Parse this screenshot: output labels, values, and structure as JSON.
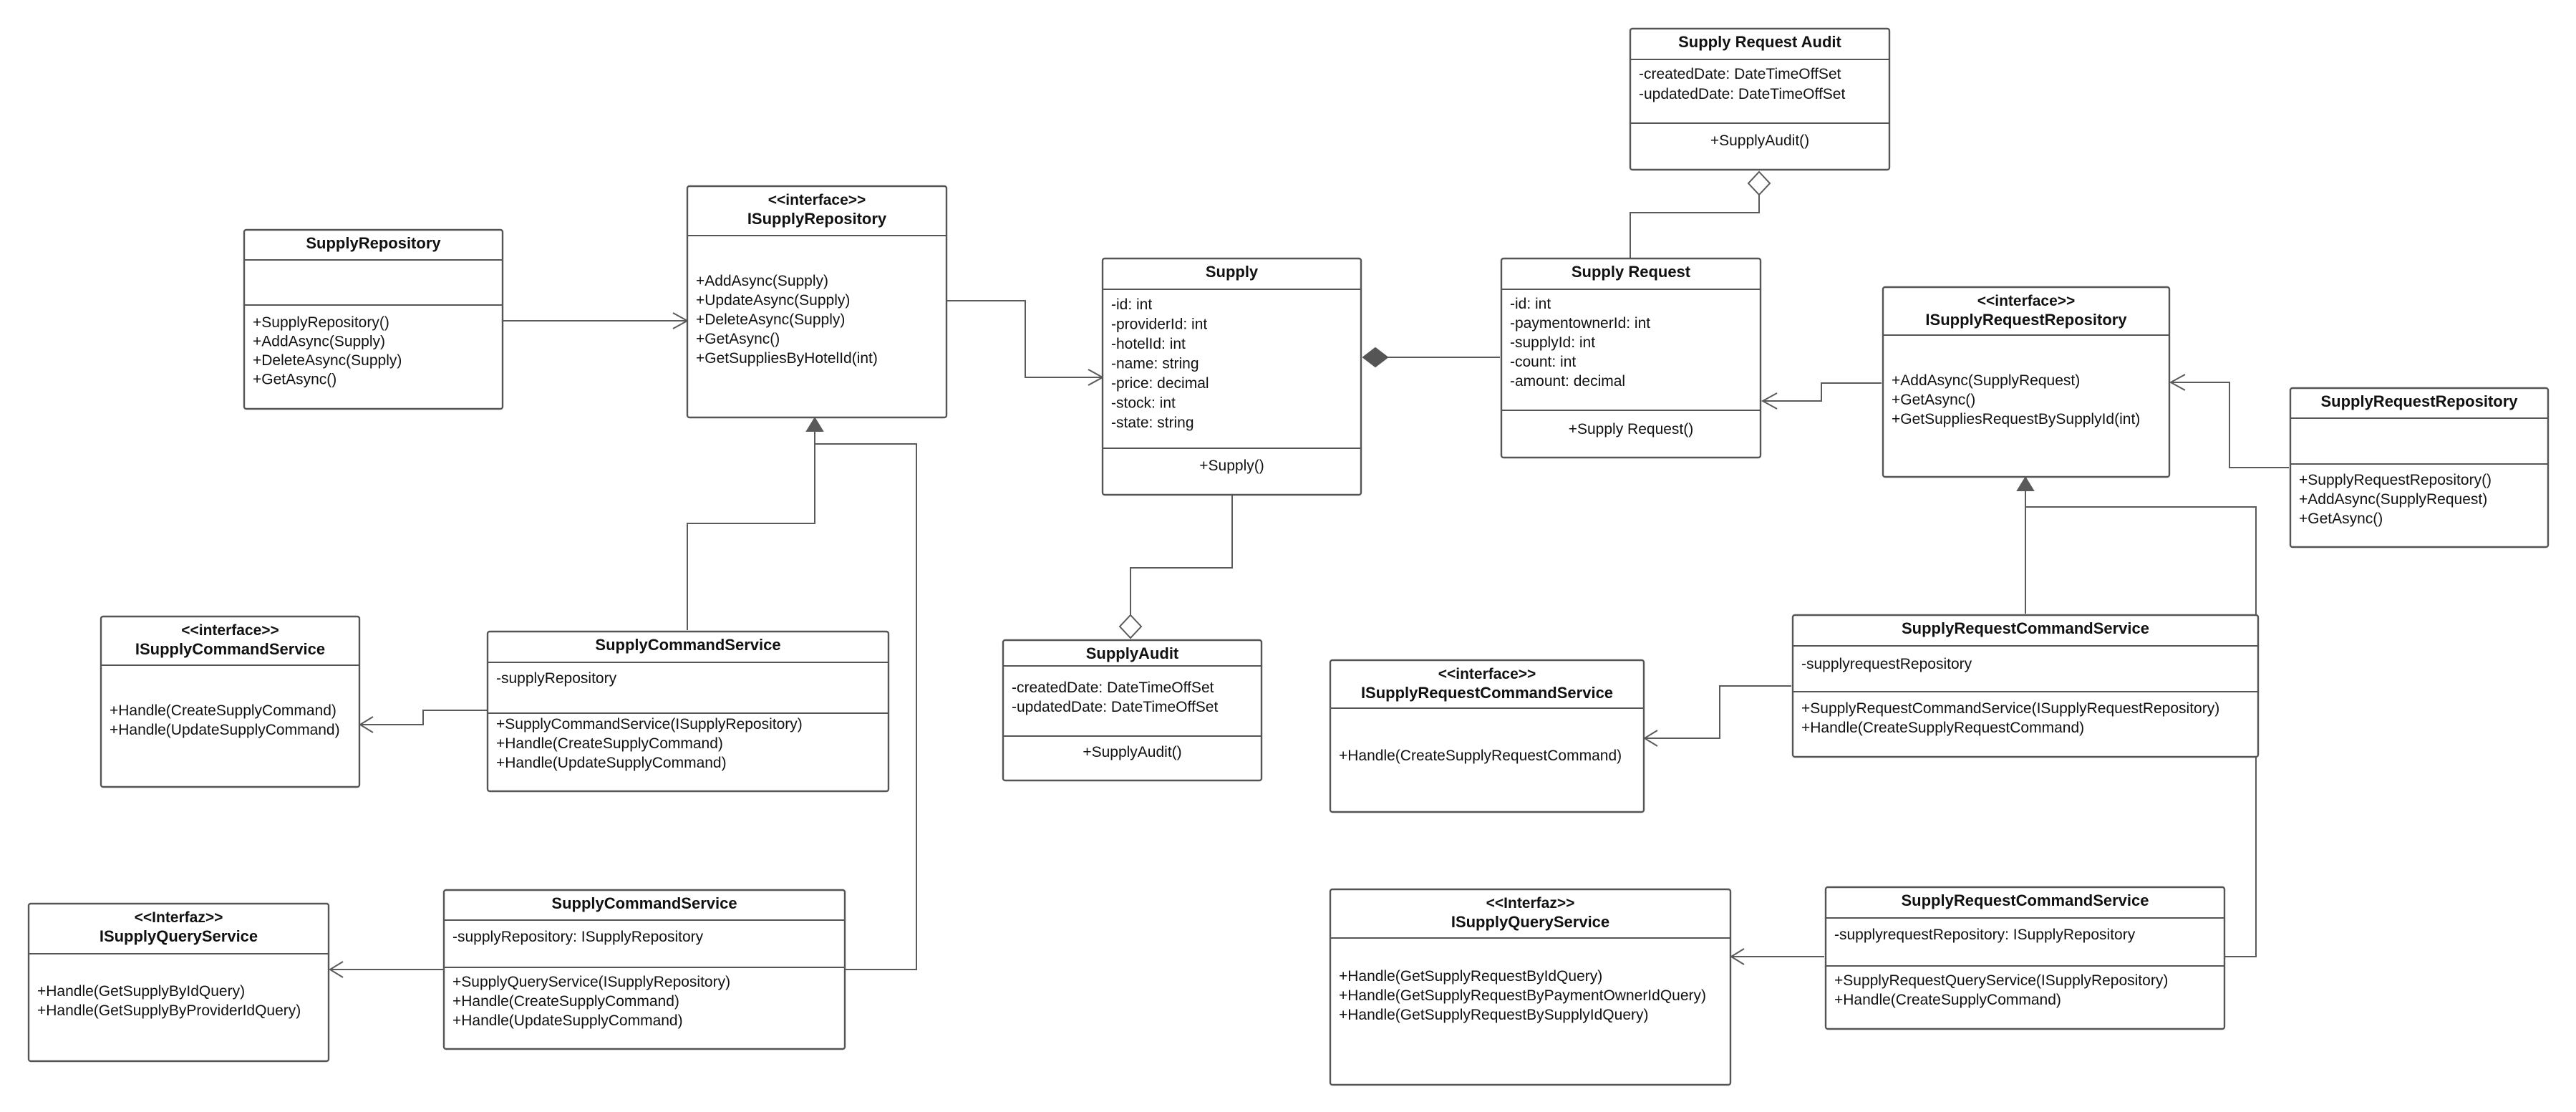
{
  "classes": [
    {
      "id": "supply-repository",
      "title": "SupplyRepository",
      "attributes": [],
      "methods": [
        "+SupplyRepository()",
        "+AddAsync(Supply)",
        "+DeleteAsync(Supply)",
        "+GetAsync()"
      ]
    },
    {
      "id": "isupply-repository",
      "stereotype": "<<interface>>",
      "title": "ISupplyRepository",
      "methods": [
        "+AddAsync(Supply)",
        "+UpdateAsync(Supply)",
        "+DeleteAsync(Supply)",
        "+GetAsync()",
        "+GetSuppliesByHotelId(int)"
      ]
    },
    {
      "id": "supply",
      "title": "Supply",
      "attributes": [
        "-id: int",
        "-providerId: int",
        "-hotelId: int",
        "-name: string",
        "-price: decimal",
        "-stock: int",
        "-state: string"
      ],
      "methods": [
        "+Supply()"
      ]
    },
    {
      "id": "supply-audit",
      "title": "SupplyAudit",
      "attributes": [
        "-createdDate: DateTimeOffSet",
        "-updatedDate: DateTimeOffSet"
      ],
      "methods": [
        "+SupplyAudit()"
      ]
    },
    {
      "id": "supply-request",
      "title": "Supply Request",
      "attributes": [
        "-id: int",
        "-paymentownerId: int",
        "-supplyId: int",
        "-count: int",
        "-amount: decimal"
      ],
      "methods": [
        "+Supply Request()"
      ]
    },
    {
      "id": "supply-request-audit",
      "title": "Supply Request Audit",
      "attributes": [
        "-createdDate: DateTimeOffSet",
        "-updatedDate: DateTimeOffSet"
      ],
      "methods": [
        "+SupplyAudit()"
      ]
    },
    {
      "id": "isupply-request-repository",
      "stereotype": "<<interface>>",
      "title": "ISupplyRequestRepository",
      "methods": [
        "+AddAsync(SupplyRequest)",
        "+GetAsync()",
        "+GetSuppliesRequestBySupplyId(int)"
      ]
    },
    {
      "id": "supply-request-repository",
      "title": "SupplyRequestRepository",
      "attributes": [],
      "methods": [
        "+SupplyRequestRepository()",
        "+AddAsync(SupplyRequest)",
        "+GetAsync()"
      ]
    },
    {
      "id": "isupply-command-service",
      "stereotype": "<<interface>>",
      "title": "ISupplyCommandService",
      "methods": [
        "+Handle(CreateSupplyCommand)",
        "+Handle(UpdateSupplyCommand)"
      ]
    },
    {
      "id": "supply-command-service",
      "title": "SupplyCommandService",
      "attributes": [
        "-supplyRepository"
      ],
      "methods": [
        "+SupplyCommandService(ISupplyRepository)",
        "+Handle(CreateSupplyCommand)",
        "+Handle(UpdateSupplyCommand)"
      ]
    },
    {
      "id": "isupply-query-service",
      "stereotype": "<<Interfaz>>",
      "title": "ISupplyQueryService",
      "methods": [
        "+Handle(GetSupplyByIdQuery)",
        "+Handle(GetSupplyByProviderIdQuery)"
      ]
    },
    {
      "id": "supply-query-service",
      "title": "SupplyCommandService",
      "attributes": [
        "-supplyRepository: ISupplyRepository"
      ],
      "methods": [
        "+SupplyQueryService(ISupplyRepository)",
        "+Handle(CreateSupplyCommand)",
        "+Handle(UpdateSupplyCommand)"
      ]
    },
    {
      "id": "isupply-request-command-service",
      "stereotype": "<<interface>>",
      "title": "ISupplyRequestCommandService",
      "methods": [
        "+Handle(CreateSupplyRequestCommand)"
      ]
    },
    {
      "id": "supply-request-command-service",
      "title": "SupplyRequestCommandService",
      "attributes": [
        "-supplyrequestRepository"
      ],
      "methods": [
        "+SupplyRequestCommandService(ISupplyRequestRepository)",
        "+Handle(CreateSupplyRequestCommand)"
      ]
    },
    {
      "id": "isupply-request-query-service",
      "stereotype": "<<Interfaz>>",
      "title": "ISupplyQueryService",
      "methods": [
        "+Handle(GetSupplyRequestByIdQuery)",
        "+Handle(GetSupplyRequestByPaymentOwnerIdQuery)",
        "+Handle(GetSupplyRequestBySupplyIdQuery)"
      ]
    },
    {
      "id": "supply-request-query-service",
      "title": "SupplyRequestCommandService",
      "attributes": [
        "-supplyrequestRepository: ISupplyRepository"
      ],
      "methods": [
        "+SupplyRequestQueryService(ISupplyRepository)",
        "+Handle(CreateSupplyCommand)"
      ]
    }
  ],
  "relations": [
    {
      "from": "supply-repository",
      "to": "isupply-repository",
      "type": "realization"
    },
    {
      "from": "isupply-repository",
      "to": "supply",
      "type": "association"
    },
    {
      "from": "supply-request",
      "to": "supply",
      "type": "composition"
    },
    {
      "from": "supply-audit",
      "to": "supply",
      "type": "aggregation"
    },
    {
      "from": "supply-request-audit",
      "to": "supply-request",
      "type": "aggregation"
    },
    {
      "from": "isupply-request-repository",
      "to": "supply-request",
      "type": "association"
    },
    {
      "from": "supply-request-repository",
      "to": "isupply-request-repository",
      "type": "realization"
    },
    {
      "from": "supply-command-service",
      "to": "isupply-repository",
      "type": "dependency"
    },
    {
      "from": "supply-command-service",
      "to": "isupply-command-service",
      "type": "realization"
    },
    {
      "from": "supply-query-service",
      "to": "isupply-repository",
      "type": "dependency"
    },
    {
      "from": "supply-query-service",
      "to": "isupply-query-service",
      "type": "realization"
    },
    {
      "from": "supply-request-command-service",
      "to": "isupply-request-repository",
      "type": "dependency"
    },
    {
      "from": "supply-request-command-service",
      "to": "isupply-request-command-service",
      "type": "realization"
    },
    {
      "from": "supply-request-query-service",
      "to": "isupply-request-repository",
      "type": "dependency"
    },
    {
      "from": "supply-request-query-service",
      "to": "isupply-request-query-service",
      "type": "realization"
    }
  ]
}
